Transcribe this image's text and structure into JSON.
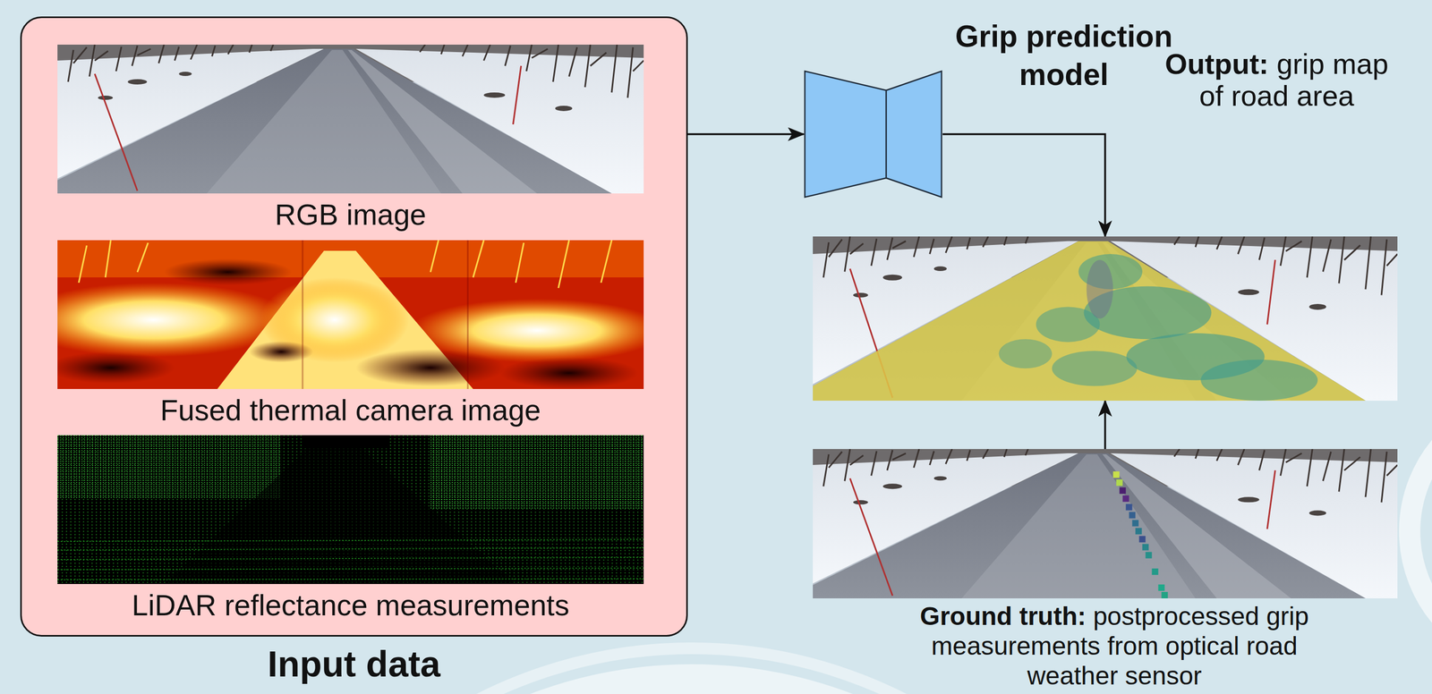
{
  "diagram": {
    "nodes": [
      {
        "text": [
          "Input data"
        ]
      },
      {
        "text": [
          "RGB image"
        ],
        "in": 0
      },
      {
        "text": [
          "Fused thermal camera image"
        ],
        "in": 0
      },
      {
        "text": [
          "LiDAR reflectance measurements"
        ],
        "in": 0
      },
      {
        "text": [
          "Grip prediction model"
        ]
      },
      {
        "text": [
          "Output:",
          "grip map of road area"
        ]
      },
      {
        "text": [
          "Ground truth:",
          "postprocessed grip measurements from optical road weather sensor"
        ]
      }
    ],
    "edges": [
      {
        "from": 0,
        "to": 4,
        "arrow": "to"
      },
      {
        "from": 4,
        "to": 5,
        "arrow": "to"
      },
      {
        "from": 6,
        "to": 5,
        "arrow": "to"
      }
    ]
  }
}
